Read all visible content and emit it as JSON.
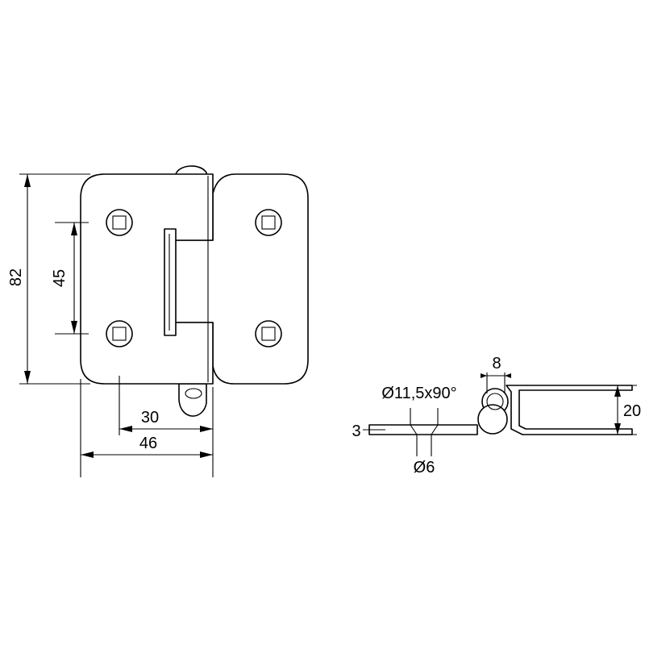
{
  "front_view": {
    "height_overall": "82",
    "hole_spacing": "45",
    "width_hole_to_edge": "30",
    "width_overall": "46"
  },
  "side_view": {
    "knuckle_width": "8",
    "hole_spec": "Ø11,5x90°",
    "hole_diameter": "Ø6",
    "leaf_thickness": "3",
    "height": "20"
  }
}
